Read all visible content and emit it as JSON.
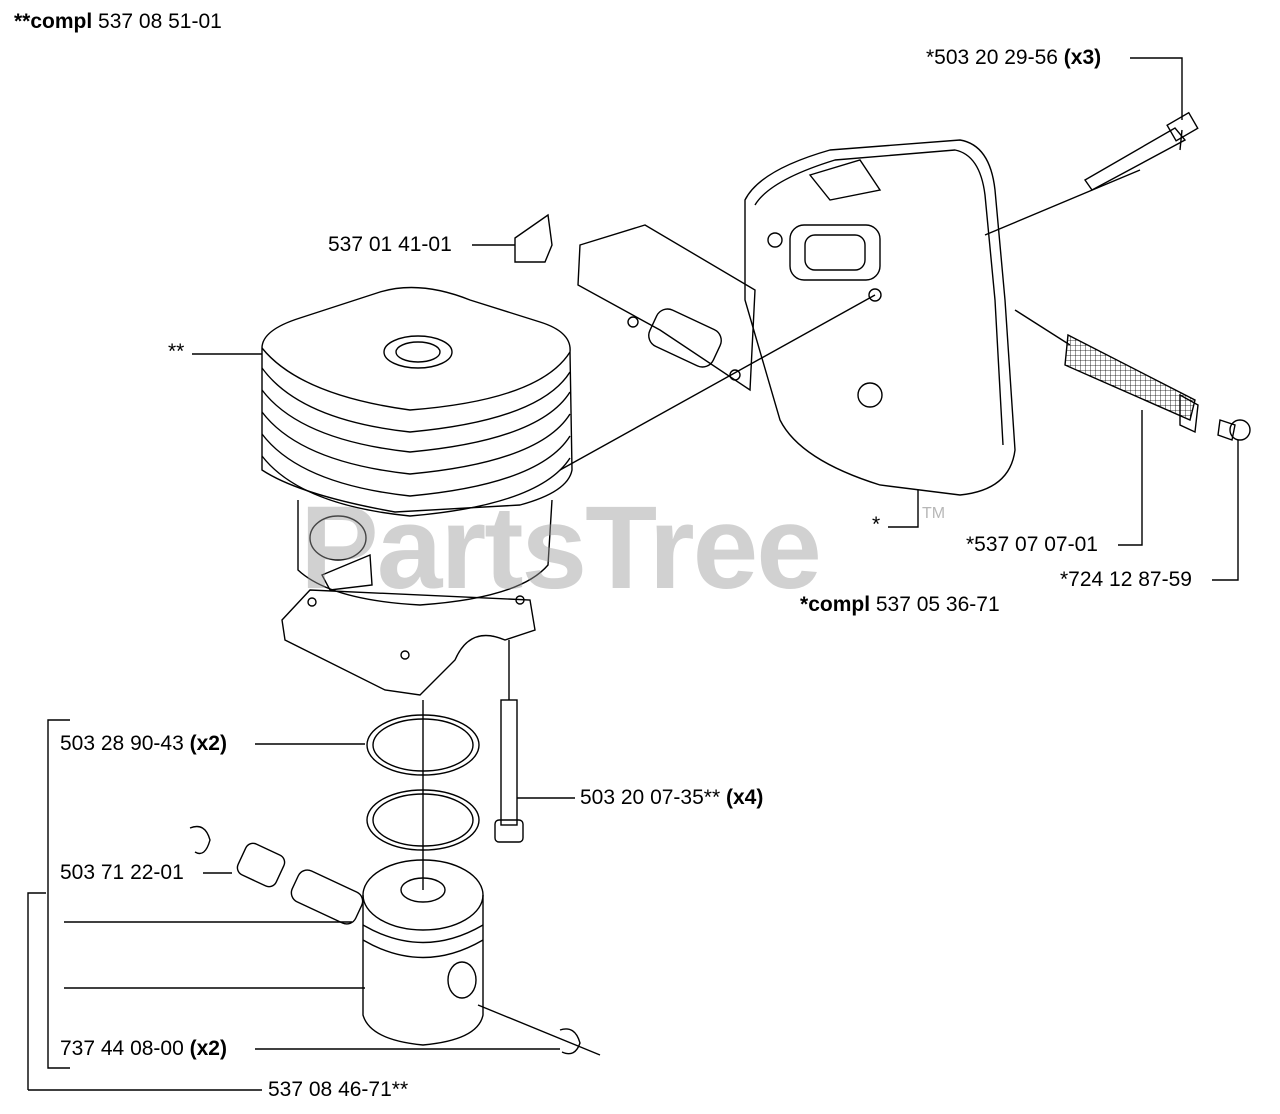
{
  "labels": {
    "cyl_compl": {
      "prefix": "**",
      "bold": "compl",
      "rest": " 537 08 51-01"
    },
    "bolt_top": {
      "text": "*503 20 29-56 ",
      "bold": "(x3)"
    },
    "gasket": {
      "text": "537 01 41-01"
    },
    "cyl_star": {
      "text": "**"
    },
    "muffler_star": {
      "text": "*"
    },
    "screen": {
      "text": "*537 07 07-01"
    },
    "screw": {
      "text": "*724 12 87-59"
    },
    "muffler_compl": {
      "prefix": "*",
      "bold": "compl",
      "rest": " 537 05 36-71"
    },
    "rings": {
      "text": "503 28 90-43 ",
      "bold": "(x2)"
    },
    "cyl_bolt": {
      "text": "503 20 07-35** ",
      "bold": "(x4)"
    },
    "bearing": {
      "text": "503 71 22-01"
    },
    "circlip": {
      "text": "737 44 08-00 ",
      "bold": "(x2)"
    },
    "piston_kit": {
      "text": "537 08 46-71**"
    }
  },
  "watermark": {
    "text": "PartsTree",
    "tm": "TM"
  }
}
